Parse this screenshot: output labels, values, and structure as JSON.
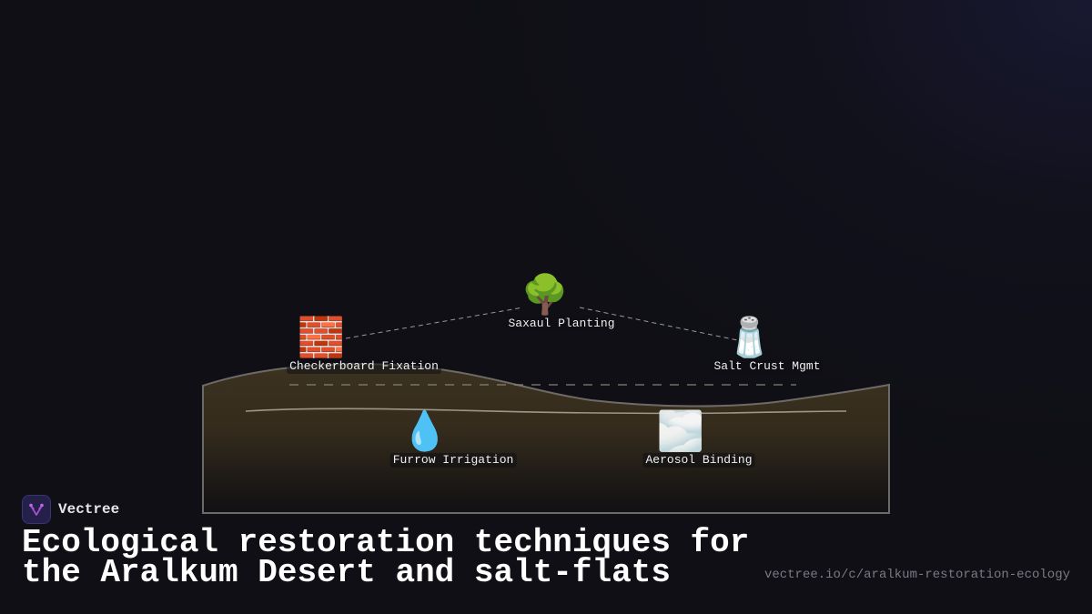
{
  "diagram": {
    "title": "Ecological restoration techniques for the Aralkum Desert and salt-flats",
    "nodes": [
      {
        "id": "checkerboard",
        "label": "Checkerboard Fixation",
        "icon": "🧱",
        "icon_name": "brick-icon"
      },
      {
        "id": "saxaul",
        "label": "Saxaul Planting",
        "icon": "🌳",
        "icon_name": "tree-icon"
      },
      {
        "id": "salt",
        "label": "Salt Crust Mgmt",
        "icon": "🧂",
        "icon_name": "salt-shaker-icon"
      },
      {
        "id": "furrow",
        "label": "Furrow Irrigation",
        "icon": "💧",
        "icon_name": "droplet-icon"
      },
      {
        "id": "aerosol",
        "label": "Aerosol Binding",
        "icon": "🌫️",
        "icon_name": "fog-icon"
      }
    ],
    "edges": [
      {
        "from": "checkerboard",
        "to": "saxaul",
        "style": "dashed"
      },
      {
        "from": "saxaul",
        "to": "salt",
        "style": "dashed"
      }
    ],
    "colors": {
      "background": "#0f0f15",
      "terrain_top": "#3b3220",
      "terrain_bottom": "#111013",
      "terrain_outline": "#6e6a66",
      "dashed_line": "#8a8a8a",
      "label_text": "#f0f0f0"
    }
  },
  "brand": {
    "name": "Vectree",
    "logo_icon": "vectree-logo-icon",
    "accent": "#a64fd6"
  },
  "header": {
    "title_line1": "Ecological restoration techniques for",
    "title_line2": "the Aralkum Desert and salt-flats"
  },
  "footer": {
    "url": "vectree.io/c/aralkum-restoration-ecology"
  }
}
